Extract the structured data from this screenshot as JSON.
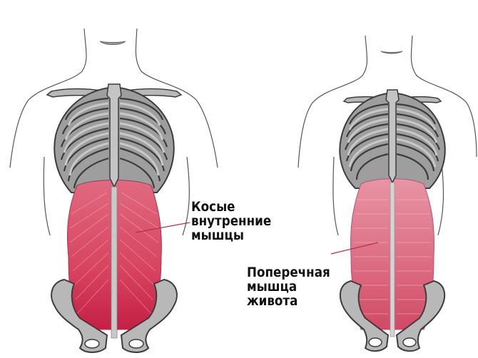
{
  "figures": [
    {
      "id": "internal-oblique",
      "label_lines": [
        "Косые",
        "внутренние",
        "мышцы"
      ],
      "muscle_color": "#d8435f"
    },
    {
      "id": "transverse-abdominis",
      "label_lines": [
        "Поперечная",
        "мышца",
        "живота"
      ],
      "muscle_color": "#dc5a72"
    }
  ],
  "colors": {
    "bone_fill": "#b8b8b8",
    "bone_stroke": "#3c3c3c",
    "outline": "#555555",
    "leader_line": "#b03050"
  }
}
